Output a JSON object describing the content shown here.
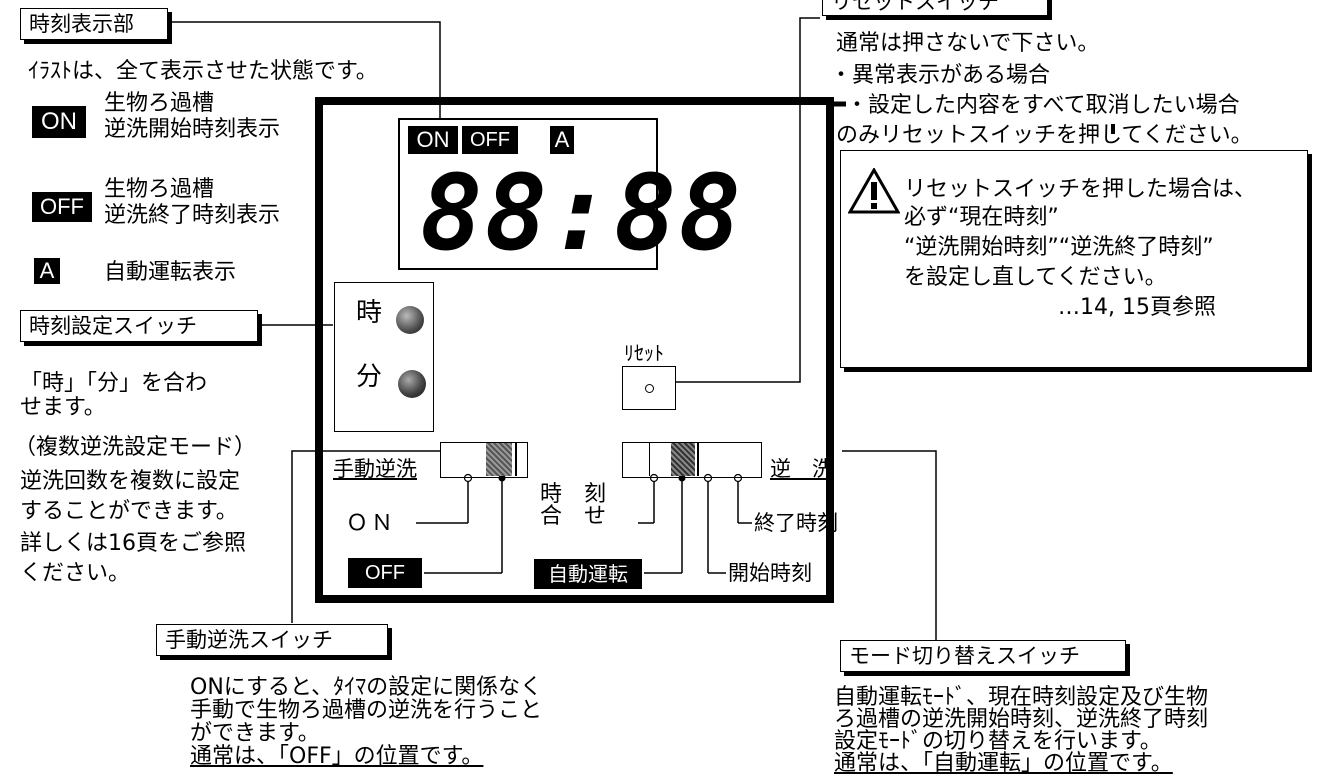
{
  "time_display": {
    "label": "時刻表示部",
    "note": "ｲﾗｽﾄは、全て表示させた状態です。",
    "legend": [
      {
        "badge": "ON",
        "line1": "生物ろ過槽",
        "line2": "逆洗開始時刻表示"
      },
      {
        "badge": "OFF",
        "line1": "生物ろ過槽",
        "line2": "逆洗終了時刻表示"
      },
      {
        "badge": "A",
        "line1": "自動運転表示"
      }
    ]
  },
  "reset_switch": {
    "label": "リセットスイッチ",
    "lines": [
      "通常は押さないで下さい。",
      "・異常表示がある場合",
      "・設定した内容をすべて取消したい場合",
      "のみリセットスイッチを押してください。"
    ],
    "warning": [
      "リセットスイッチを押した場合は、",
      "必ず“現在時刻”",
      "“逆洗開始時刻”“逆洗終了時刻”",
      "を設定し直してください。",
      "…14, 15頁参照"
    ]
  },
  "time_set_switch": {
    "label": "時刻設定スイッチ",
    "desc": [
      "「時」「分」を合わ",
      "せます。"
    ],
    "multi": [
      "（複数逆洗設定モード）",
      "逆洗回数を複数に設定",
      "することができます。",
      "詳しくは16頁をご参照",
      "ください。"
    ]
  },
  "panel": {
    "lcd_badges": [
      "ON",
      "OFF",
      "A"
    ],
    "lcd_time": "88:88",
    "hour_label": "時",
    "minute_label": "分",
    "reset_label": "ﾘｾｯﾄ",
    "manual_label": "手動逆洗",
    "manual_on": "ＯＮ",
    "manual_off": "OFF",
    "mode_timeset_1": "時　刻",
    "mode_timeset_2": "合　せ",
    "mode_auto": "自動運転",
    "mode_backwash": "逆　洗",
    "mode_end": "終了時刻",
    "mode_start": "開始時刻"
  },
  "manual_switch": {
    "label": "手動逆洗スイッチ",
    "lines": [
      "ONにすると、ﾀｲﾏの設定に関係なく",
      "手動で生物ろ過槽の逆洗を行うこと",
      "ができます。"
    ],
    "usual": "通常は、「OFF」の位置です。"
  },
  "mode_switch": {
    "label": "モード切り替えスイッチ",
    "lines": [
      "自動運転ﾓｰﾄﾞ、現在時刻設定及び生物",
      "ろ過槽の逆洗開始時刻、逆洗終了時刻",
      "設定ﾓｰﾄﾞの切り替えを行います。"
    ],
    "usual": "通常は、「自動運転」の位置です。"
  }
}
